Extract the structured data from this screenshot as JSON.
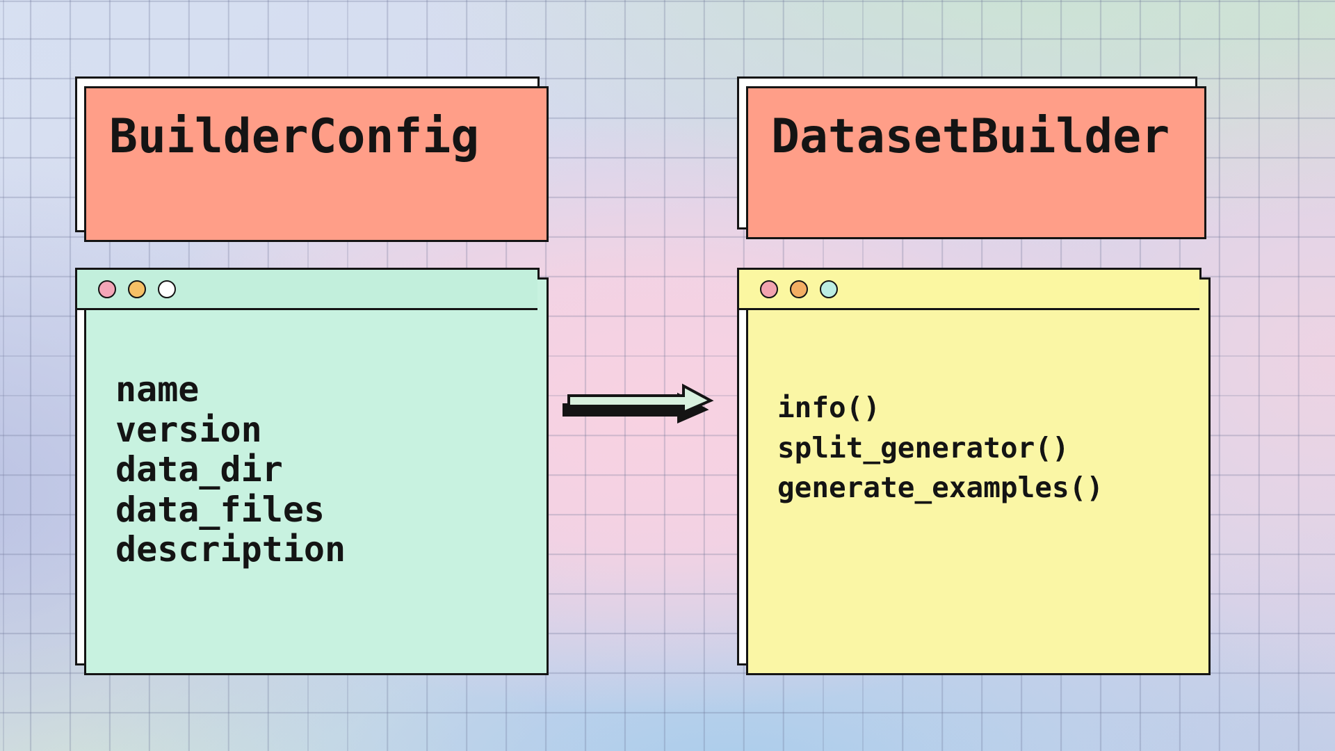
{
  "classes": [
    {
      "title": "BuilderConfig",
      "members": [
        "name",
        "version",
        "data_dir",
        "data_files",
        "description"
      ],
      "title_shadow_color": "#ff9e88",
      "window": {
        "bar_color": "#c2efdc",
        "shadow_color": "#c8f2e0",
        "dot_colors": [
          "#f4a6b8",
          "#f6c066",
          "#ffffff"
        ]
      }
    },
    {
      "title": "DatasetBuilder",
      "members": [
        "info()",
        "split_generator()",
        "generate_examples()"
      ],
      "title_shadow_color": "#ff9e88",
      "window": {
        "bar_color": "#fbf7a1",
        "shadow_color": "#faf6a5",
        "dot_colors": [
          "#f2a3af",
          "#f3ae63",
          "#bceee3"
        ]
      }
    }
  ],
  "arrow": {
    "fill": "#d8f0de",
    "outline": "#141414"
  }
}
